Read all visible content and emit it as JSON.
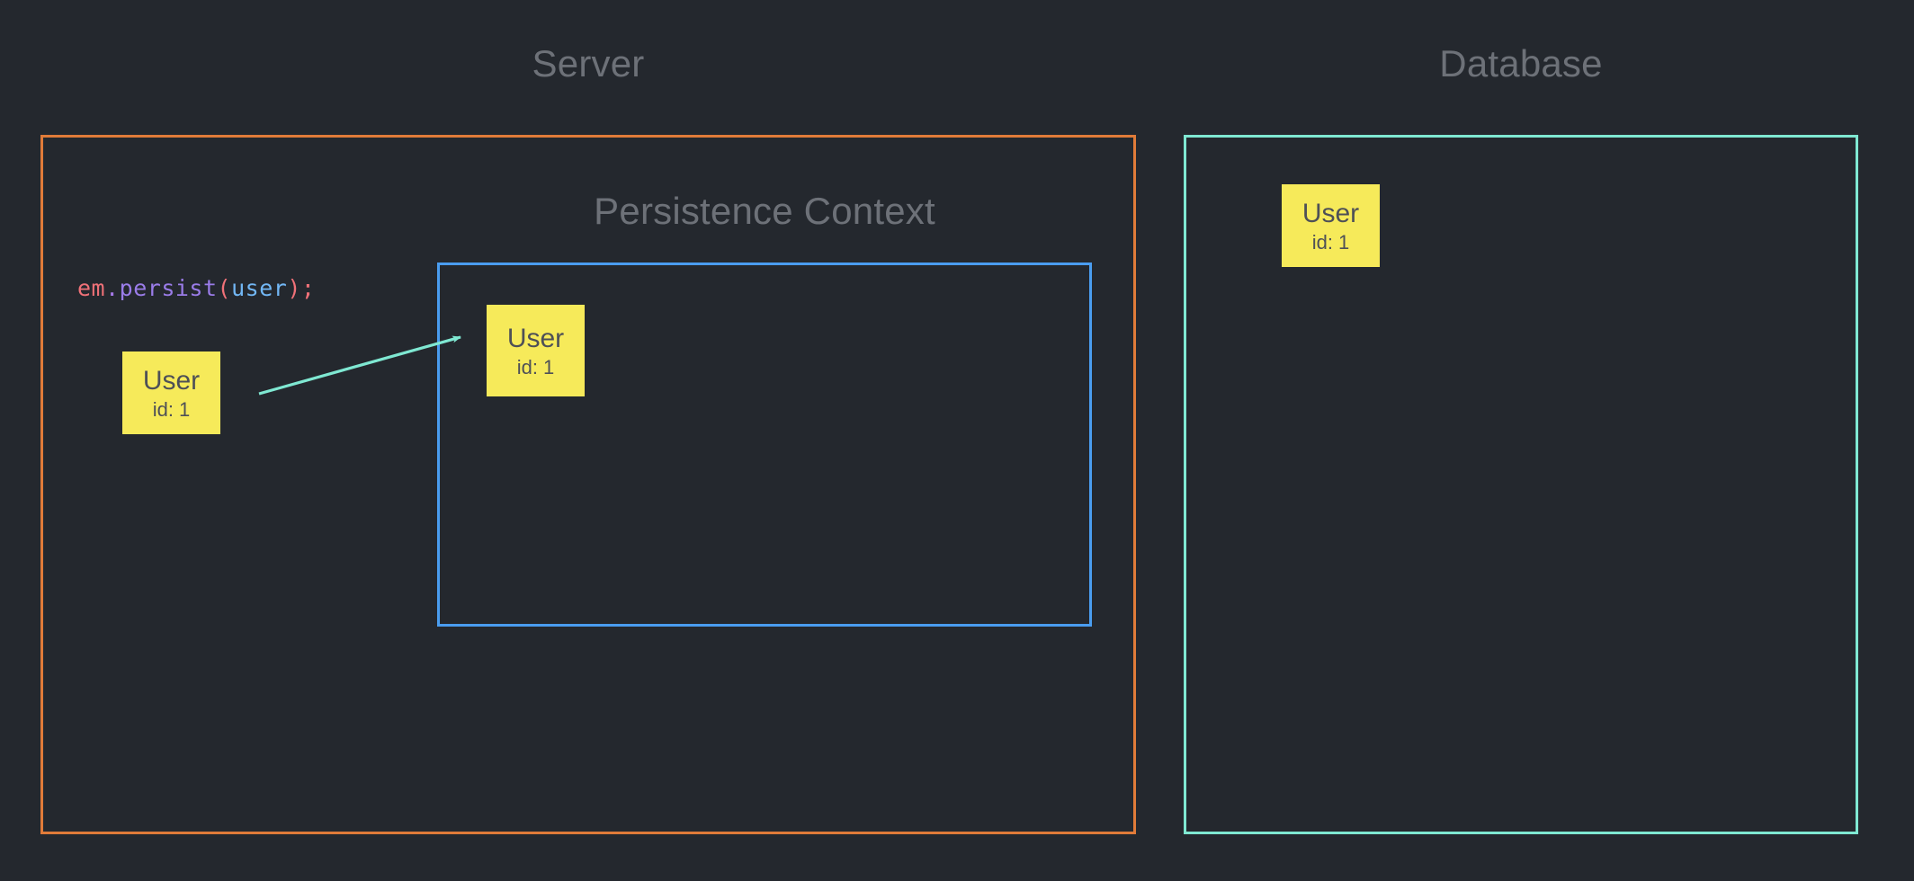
{
  "diagram": {
    "background_color": "#24282e",
    "regions": {
      "server": {
        "title": "Server",
        "border_color": "#e07b39"
      },
      "database": {
        "title": "Database",
        "border_color": "#7fe8d2"
      },
      "persistence_context": {
        "title": "Persistence Context",
        "border_color": "#4a9df0"
      }
    },
    "code": {
      "full": "em.persist(user);",
      "tokens": {
        "object": "em",
        "dot": ".",
        "method": "persist",
        "open_paren": "(",
        "argument": "user",
        "close_paren": ")",
        "semicolon": ";"
      },
      "colors": {
        "object": "#f07178",
        "method": "#9a7ce8",
        "paren": "#f07178",
        "argument": "#72b7f5",
        "semicolon": "#f07178"
      }
    },
    "entities": [
      {
        "id": "detached",
        "name": "User",
        "attribute": "id: 1",
        "fill_color": "#f6ea5a",
        "text_color": "#4e5057",
        "location": "server"
      },
      {
        "id": "managed",
        "name": "User",
        "attribute": "id: 1",
        "fill_color": "#f6ea5a",
        "text_color": "#4e5057",
        "location": "persistence-context"
      },
      {
        "id": "database",
        "name": "User",
        "attribute": "id: 1",
        "fill_color": "#f6ea5a",
        "text_color": "#4e5057",
        "location": "database"
      }
    ],
    "arrow": {
      "from": "detached-entity",
      "to": "managed-entity",
      "color": "#7fe8d2",
      "style": "solid-with-arrowhead"
    }
  }
}
